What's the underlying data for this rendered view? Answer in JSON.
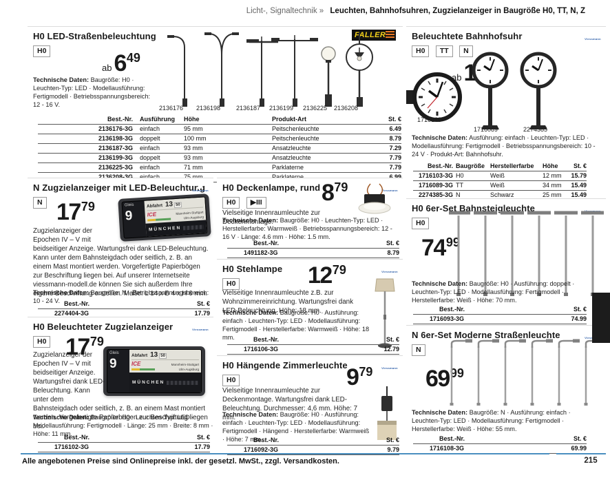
{
  "header": {
    "section": "Licht-, Signaltechnik »",
    "page_title": "Leuchten, Bahnhofsuhren, Zugzielanzeiger in Baugröße H0, TT, N, Z"
  },
  "labels": {
    "tech": "Technische Daten:",
    "best_nr": "Best.-Nr.",
    "price_col": "St. €",
    "col_ausfuehrung": "Ausführung",
    "col_hoehe": "Höhe",
    "col_produkt_art": "Produkt-Art",
    "col_baugroesse": "Baugröße",
    "col_herstellerfarbe": "Herstellerfarbe"
  },
  "brands": {
    "faller": "FALLER",
    "viessmann": "Viessmann"
  },
  "anzeiger_display": {
    "gleis": "Gleis",
    "abfahrt": "Abfahrt",
    "hh": "13",
    "mm": "50",
    "train": "ICE",
    "dest1": "Mannheim-Stuttgart",
    "dest2": "Ulm-Augsburg",
    "track": "9",
    "city": "MÜNCHEN"
  },
  "products": {
    "strassenbeleuchtung": {
      "title": "H0 LED-Straßenbeleuchtung",
      "badges": [
        "H0"
      ],
      "price": {
        "prefix": "ab",
        "int": "6",
        "cents": "49"
      },
      "tech": "Baugröße: H0 · Leuchten-Typ: LED · Modellausführung: Fertigmodell · Betriebsspannungsbereich: 12 - 16 V.",
      "image_labels": [
        "2136176",
        "2136198",
        "2136187",
        "2136199",
        "2136225",
        "2136208"
      ],
      "rows": [
        [
          "2136176-3G",
          "einfach",
          "95 mm",
          "Peitschenleuchte",
          "6.49"
        ],
        [
          "2136198-3G",
          "doppelt",
          "100 mm",
          "Peitschenleuchte",
          "8.79"
        ],
        [
          "2136187-3G",
          "einfach",
          "93 mm",
          "Ansatzleuchte",
          "7.29"
        ],
        [
          "2136199-3G",
          "doppelt",
          "93 mm",
          "Ansatzleuchte",
          "7.79"
        ],
        [
          "2136225-3G",
          "einfach",
          "71 mm",
          "Parklaterne",
          "7.79"
        ],
        [
          "2136208-3G",
          "einfach",
          "75 mm",
          "Parklaterne",
          "6.99"
        ]
      ]
    },
    "zugzielanzeiger_n": {
      "title": "N Zugzielanzeiger mit LED-Beleuchtung",
      "badges": [
        "N"
      ],
      "price": {
        "int": "17",
        "cents": "79"
      },
      "desc": "Zugzielanzeiger der Epochen IV – V mit beidseitiger Anzeige. Wartungsfrei dank LED-Beleuchtung. Kann unter dem Bahnsteigdach oder seitlich, z. B. an einem Mast montiert werden. Vorgefertigte Papierbögen zur Beschriftung liegen bei. Auf unserer Internetseite viessmann-modell.de können Sie sich außerdem Ihre eigene Beschriftung erstellen. Maße: L 14 x B 4 x H 6 mm.",
      "tech": "Baugröße: N · Betriebsspannungsbereich: 10 - 24 V.",
      "rows": [
        [
          "2274404-3G",
          "17.79"
        ]
      ]
    },
    "zugzielanzeiger_h0": {
      "title": "H0 Beleuchteter Zugzielanzeiger",
      "badges": [
        "H0"
      ],
      "price": {
        "int": "17",
        "cents": "79"
      },
      "desc": "Zugzielanzeiger der Epochen IV – V mit beidseitiger Anzeige. Wartungsfrei dank LED-Beleuchtung. Kann unter dem Bahnsteigdach oder seitlich, z. B. an einem Mast montiert werden. Vorgefertigte Papierbögen zur Beschriftung liegen bei.",
      "tech": "Baugröße: H0 · Leuchten-Typ: LED · Modellausführung: Fertigmodell · Länge: 25 mm · Breite: 8 mm · Höhe: 11 mm.",
      "rows": [
        [
          "1716102-3G",
          "17.79"
        ]
      ]
    },
    "deckenlampe": {
      "title": "H0 Deckenlampe, rund",
      "badges": [
        "H0",
        "▶III"
      ],
      "price": {
        "int": "8",
        "cents": "79"
      },
      "desc": "Vielseitige Innenraumleuchte zur Deckenmontage.",
      "tech": "Baugröße: H0 · Leuchten-Typ: LED · Herstellerfarbe: Warmweiß · Betriebsspannungsbereich: 12 - 16 V · Länge: 4.6 mm · Höhe: 1.5 mm.",
      "rows": [
        [
          "1491182-3G",
          "8.79"
        ]
      ]
    },
    "stehlampe": {
      "title": "H0 Stehlampe",
      "badges": [
        "H0"
      ],
      "price": {
        "int": "12",
        "cents": "79"
      },
      "desc": "Vielseitige Innenraumleuchte z.B. zur Wohnzimmereinrichtung. Wartungsfrei dank LED-Beleuchtung. Höhe: 18 mm.",
      "tech": "Baugröße: H0 · Ausführung: einfach · Leuchten-Typ: LED · Modellausführung: Fertigmodell · Herstellerfarbe: Warmweiß · Höhe: 18 mm.",
      "rows": [
        [
          "1716106-3G",
          "12.79"
        ]
      ]
    },
    "zimmerleuchte": {
      "title": "H0 Hängende Zimmerleuchte",
      "badges": [
        "H0"
      ],
      "price": {
        "int": "9",
        "cents": "79"
      },
      "desc": "Vielseitige Innenraumleuchte zur Deckenmontage. Wartungsfrei dank LED-Beleuchtung. Durchmesser: 4,6 mm. Höhe: 7 mm.",
      "tech": "Baugröße: H0 · Ausführung: einfach · Leuchten-Typ: LED · Modellausführung: Fertigmodell · Hängend · Herstellerfarbe: Warmweiß · Höhe: 7 mm.",
      "rows": [
        [
          "1716092-3G",
          "9.79"
        ]
      ]
    },
    "bahnhofsuhr": {
      "title": "Beleuchtete Bahnhofsuhr",
      "badges": [
        "H0",
        "TT",
        "N"
      ],
      "price": {
        "prefix": "ab",
        "int": "15",
        "cents": "49"
      },
      "tech": "Ausführung: einfach · Leuchten-Typ: LED · Modellausführung: Fertigmodell · Betriebsspannungsbereich: 10 - 24 V · Produkt-Art: Bahnhofsuhr.",
      "image_labels": [
        "1716103",
        "1716089",
        "2274385"
      ],
      "rows": [
        [
          "1716103-3G",
          "H0",
          "Weiß",
          "12 mm",
          "15.79"
        ],
        [
          "1716089-3G",
          "TT",
          "Weiß",
          "34 mm",
          "15.49"
        ],
        [
          "2274385-3G",
          "N",
          "Schwarz",
          "25 mm",
          "15.49"
        ]
      ]
    },
    "bahnsteigleuchte": {
      "title": "H0 6er-Set Bahnsteigleuchte",
      "badges": [
        "H0"
      ],
      "price": {
        "int": "74",
        "cents": "99"
      },
      "tech": "Baugröße: H0 · Ausführung: doppelt · Leuchten-Typ: LED · Modellausführung: Fertigmodell · Herstellerfarbe: Weiß · Höhe: 70 mm.",
      "rows": [
        [
          "1716093-3G",
          "74.99"
        ]
      ]
    },
    "strassenleuchte": {
      "title": "N 6er-Set Moderne Straßenleuchte",
      "badges": [
        "N"
      ],
      "price": {
        "int": "69",
        "cents": "99"
      },
      "tech": "Baugröße: N · Ausführung: einfach · Leuchten-Typ: LED · Modellausführung: Fertigmodell · Herstellerfarbe: Weiß · Höhe: 55 mm.",
      "rows": [
        [
          "1716108-3G",
          "69.99"
        ]
      ]
    }
  },
  "footer": {
    "note": "Alle angebotenen Preise sind Onlinepreise inkl. der gesetzl. MwSt., zzgl. Versandkosten.",
    "page": "215"
  },
  "colors": {
    "footer_line": "#4a8fc0",
    "viessmann_blue": "#2a5ca8",
    "faller_yellow": "#f5d21a"
  }
}
